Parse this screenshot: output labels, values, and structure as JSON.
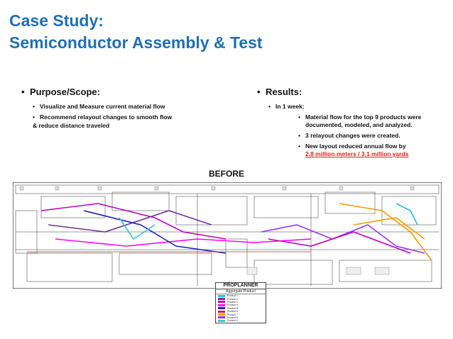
{
  "title": {
    "line1": "Case Study:",
    "line2": "Semiconductor Assembly & Test"
  },
  "left": {
    "heading": "Purpose/Scope:",
    "items": [
      "Visualize and Measure current material flow",
      "Recommend relayout changes to smooth flow"
    ],
    "continuation": "&   reduce distance traveled"
  },
  "right": {
    "heading": "Results:",
    "sub": "In 1 week:",
    "items": [
      "Material flow for the top 9 products were documented, modeled, and analyzed.",
      "3 relayout changes were created.",
      "New layout reduced annual flow by"
    ],
    "highlight": "2.8 million meters   /   3.1 million yards"
  },
  "before_label": "BEFORE",
  "legend": {
    "title": "PROPLANNER",
    "subtitle": "Aggregate  Product",
    "items": [
      {
        "label": "Product 1",
        "color": "#22c0e0"
      },
      {
        "label": "Product 2",
        "color": "#7030a0"
      },
      {
        "label": "Product 3",
        "color": "#c000c0"
      },
      {
        "label": "Product 4",
        "color": "#ff00ff"
      },
      {
        "label": "Product 5",
        "color": "#2020c0"
      },
      {
        "label": "Product 6",
        "color": "#e02020"
      },
      {
        "label": "Product 7",
        "color": "#ff9900"
      },
      {
        "label": "Product 8",
        "color": "#9933ff"
      },
      {
        "label": "Product 9",
        "color": "#33cccc"
      }
    ]
  },
  "colors": {
    "title": "#1f6fb5",
    "highlight": "#e02020"
  }
}
